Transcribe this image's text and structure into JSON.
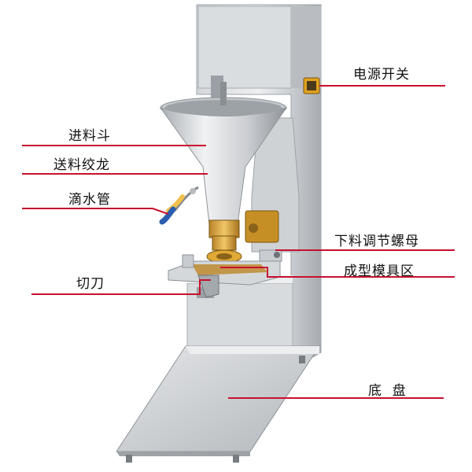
{
  "labels": {
    "hopper": "进料斗",
    "auger": "送料绞龙",
    "drip_pipe": "滴水管",
    "cutter": "切刀",
    "power_switch": "电源开关",
    "feed_nut": "下料调节螺母",
    "mold_zone": "成型模具区",
    "base_tray": "底  盘"
  },
  "colors": {
    "leader_line": "#c8102e",
    "steel_light": "#e6e8ea",
    "steel_mid": "#bfc3c7",
    "steel_dark": "#8d9297",
    "brass": "#d9a63a",
    "nozzle": "#f2c14e",
    "drip_hose": "#2a5db0"
  }
}
